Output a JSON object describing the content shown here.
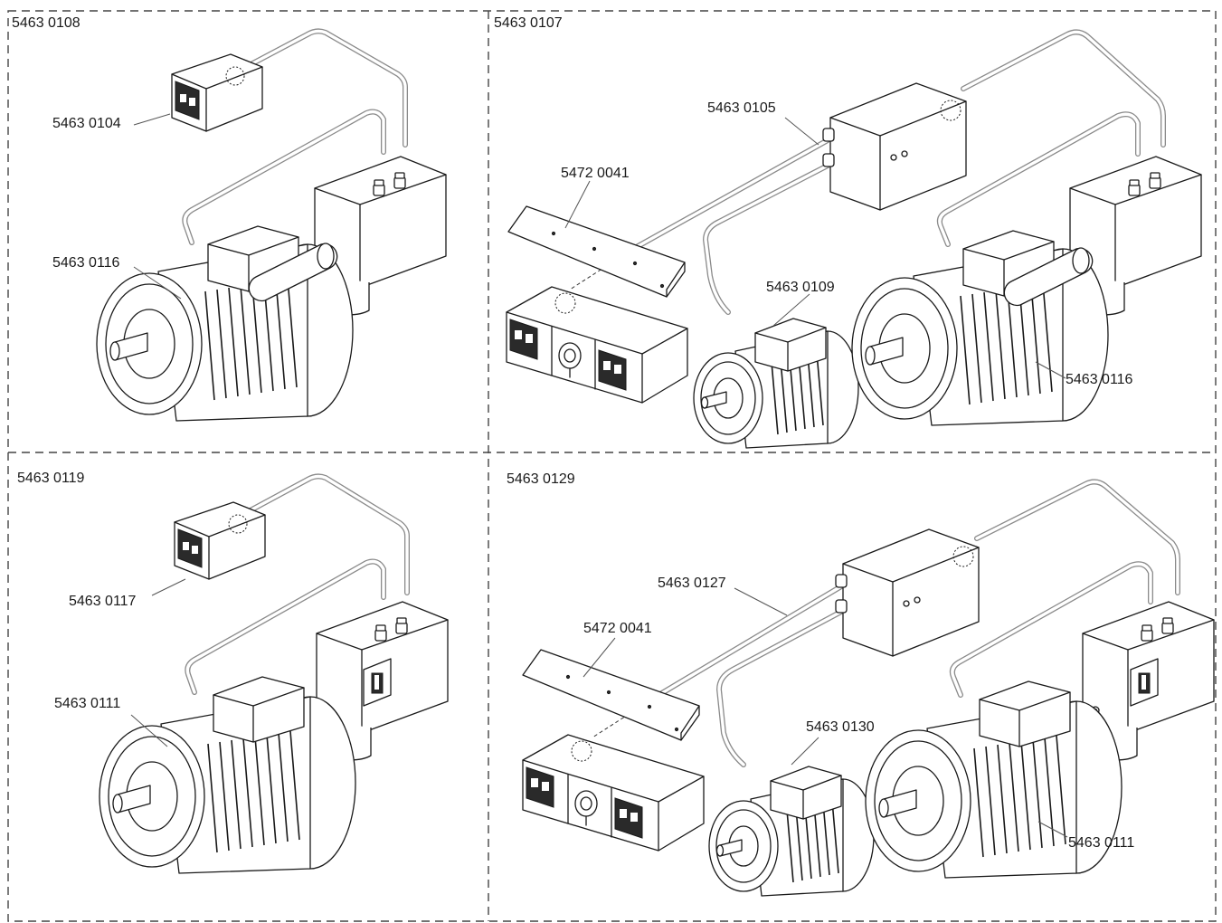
{
  "panels": [
    {
      "title": "5463 0108",
      "labels": {
        "switch": "5463 0104",
        "motor": "5463 0116"
      }
    },
    {
      "title": "5463 0107",
      "labels": {
        "cable": "5463 0105",
        "plate": "5472 0041",
        "small_motor": "5463 0109",
        "motor": "5463 0116"
      }
    },
    {
      "title": "5463 0119",
      "labels": {
        "switch": "5463 0117",
        "motor": "5463 0111"
      }
    },
    {
      "title": "5463 0129",
      "labels": {
        "cable": "5463 0127",
        "plate": "5472 0041",
        "small_motor": "5463 0130",
        "motor": "5463 0111"
      }
    }
  ]
}
